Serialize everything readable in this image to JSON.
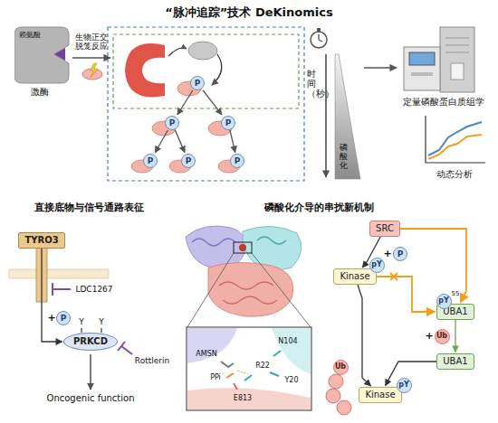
{
  "diagram": {
    "title": "“脉冲追踪”技术 DeKinomics",
    "nodes": [
      {
        "text": [
          "赖氨酸",
          "激酶"
        ]
      },
      {
        "text": [
          "P"
        ]
      },
      {
        "text": [
          "P"
        ]
      },
      {
        "text": [
          "P"
        ]
      },
      {
        "text": [
          "P"
        ]
      },
      {
        "text": [
          "P"
        ]
      },
      {
        "text": [
          "P"
        ]
      },
      {
        "text": [
          "TYRO3"
        ]
      },
      {
        "text": [
          "P"
        ]
      },
      {
        "text": [
          "PRKCD"
        ]
      },
      {
        "text": [
          "SRC"
        ]
      },
      {
        "text": [
          "P"
        ]
      },
      {
        "text": [
          "Kinase"
        ]
      },
      {
        "text": [
          "pY"
        ]
      },
      {
        "text": [
          "UBA1"
        ]
      },
      {
        "text": [
          "pY"
        ]
      },
      {
        "text": [
          "UBA1"
        ]
      },
      {
        "text": [
          "Ub"
        ]
      },
      {
        "text": [
          "Kinase"
        ]
      },
      {
        "text": [
          "pY"
        ]
      },
      {
        "text": [
          "Ub"
        ]
      }
    ],
    "edges": [
      {
        "from": 1,
        "to": 2,
        "arrow": "to"
      },
      {
        "from": 1,
        "to": 3,
        "arrow": "to"
      },
      {
        "from": 2,
        "to": 4,
        "arrow": "to"
      },
      {
        "from": 2,
        "to": 5,
        "arrow": "to"
      },
      {
        "from": 3,
        "to": 6,
        "arrow": "to"
      },
      {
        "from": 7,
        "to": 9,
        "arrow": "to"
      },
      {
        "from": 10,
        "to": 12,
        "arrow": "to"
      },
      {
        "from": 10,
        "to": 14,
        "arrow": "to"
      },
      {
        "from": 12,
        "to": 14,
        "arrow": "to"
      },
      {
        "from": 12,
        "to": 18,
        "arrow": "to"
      },
      {
        "from": 14,
        "to": 16,
        "arrow": "to"
      },
      {
        "from": 16,
        "to": 18,
        "arrow": "to"
      }
    ],
    "labels": [
      "生物正交 脱笼反应",
      "时间（秒）",
      "磷酸化",
      "定量磷酸蛋白质组学",
      "动态分析",
      "直接底物与信号通路表征",
      "磷酸化介导的串扰新机制",
      "LDC1267",
      "+",
      "Y",
      "Y",
      "Rottlerin",
      "Oncogenic function",
      "AMSN",
      "PPi",
      "R22",
      "N104",
      "Y20",
      "E813",
      "+",
      "55",
      "+"
    ]
  }
}
